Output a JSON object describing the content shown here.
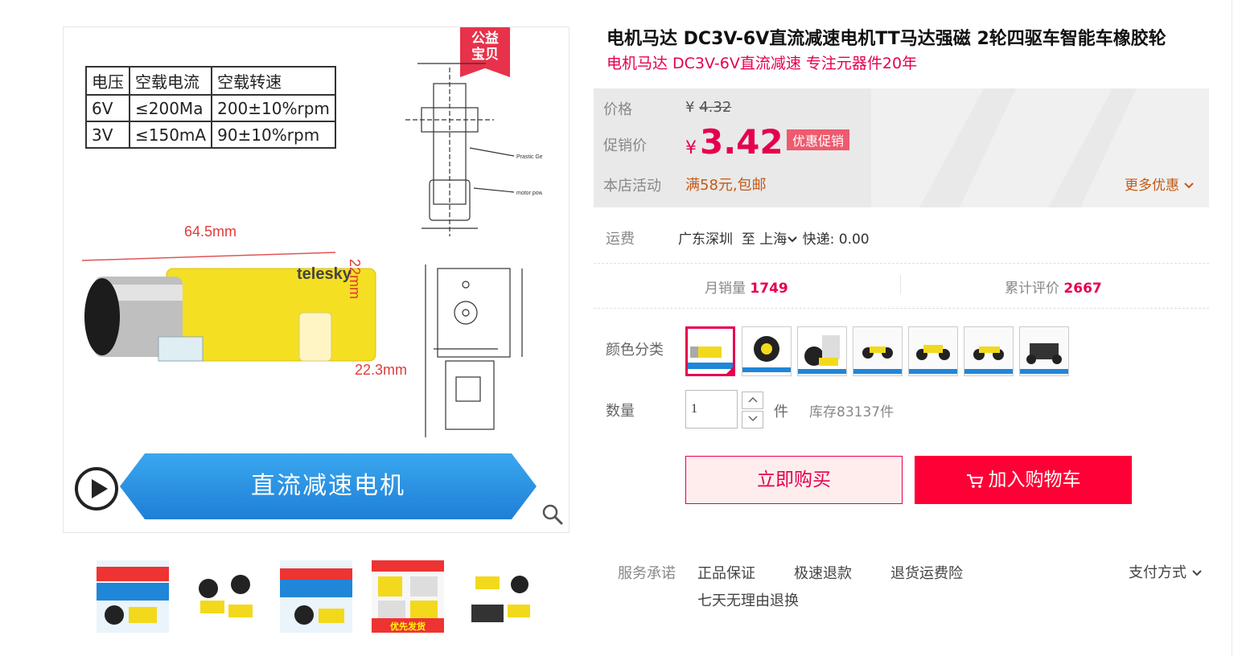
{
  "gallery": {
    "badge_line1": "公益",
    "badge_line2": "宝贝",
    "spec_table": {
      "headers": [
        "电压",
        "空载电流",
        "空载转速"
      ],
      "rows": [
        [
          "6V",
          "≤200Ma",
          "200±10%rpm"
        ],
        [
          "3V",
          "≤150mA",
          "90±10%rpm"
        ]
      ]
    },
    "dimension_labels": [
      "64.5mm",
      "22.3mm",
      "22mm"
    ],
    "watermark": "telesky",
    "banner_text": "直流减速电机",
    "thumbnail_caption": "优先发货",
    "thumbnail_count": 5
  },
  "product": {
    "title": "电机马达 DC3V-6V直流减速电机TT马达强磁 2轮四驱车智能车橡胶轮",
    "subtitle": "电机马达 DC3V-6V直流减速 专注元器件20年"
  },
  "price": {
    "original_label": "价格",
    "currency": "¥",
    "original_value": "4.32",
    "promo_label": "促销价",
    "promo_value": "3.42",
    "promo_tag": "优惠促销",
    "activity_label": "本店活动",
    "activity_text": "满58元,包邮",
    "more_label": "更多优惠"
  },
  "shipping": {
    "label": "运费",
    "origin": "广东深圳",
    "to": "至",
    "destination": "上海",
    "method": "快递: 0.00"
  },
  "stats": {
    "monthly_sales_label": "月销量",
    "monthly_sales": "1749",
    "reviews_label": "累计评价",
    "reviews": "2667"
  },
  "options": {
    "color_label": "颜色分类",
    "swatch_count": 7,
    "selected_index": 0
  },
  "quantity": {
    "label": "数量",
    "value": "1",
    "unit": "件",
    "stock": "库存83137件"
  },
  "actions": {
    "buy_now": "立即购买",
    "add_to_cart": "加入购物车"
  },
  "services": {
    "label": "服务承诺",
    "items": [
      "正品保证",
      "极速退款",
      "退货运费险",
      "七天无理由退换"
    ],
    "payment": "支付方式"
  },
  "colors": {
    "accent": "#e5004f",
    "cart_button": "#ff0036",
    "activity": "#c45a14"
  }
}
